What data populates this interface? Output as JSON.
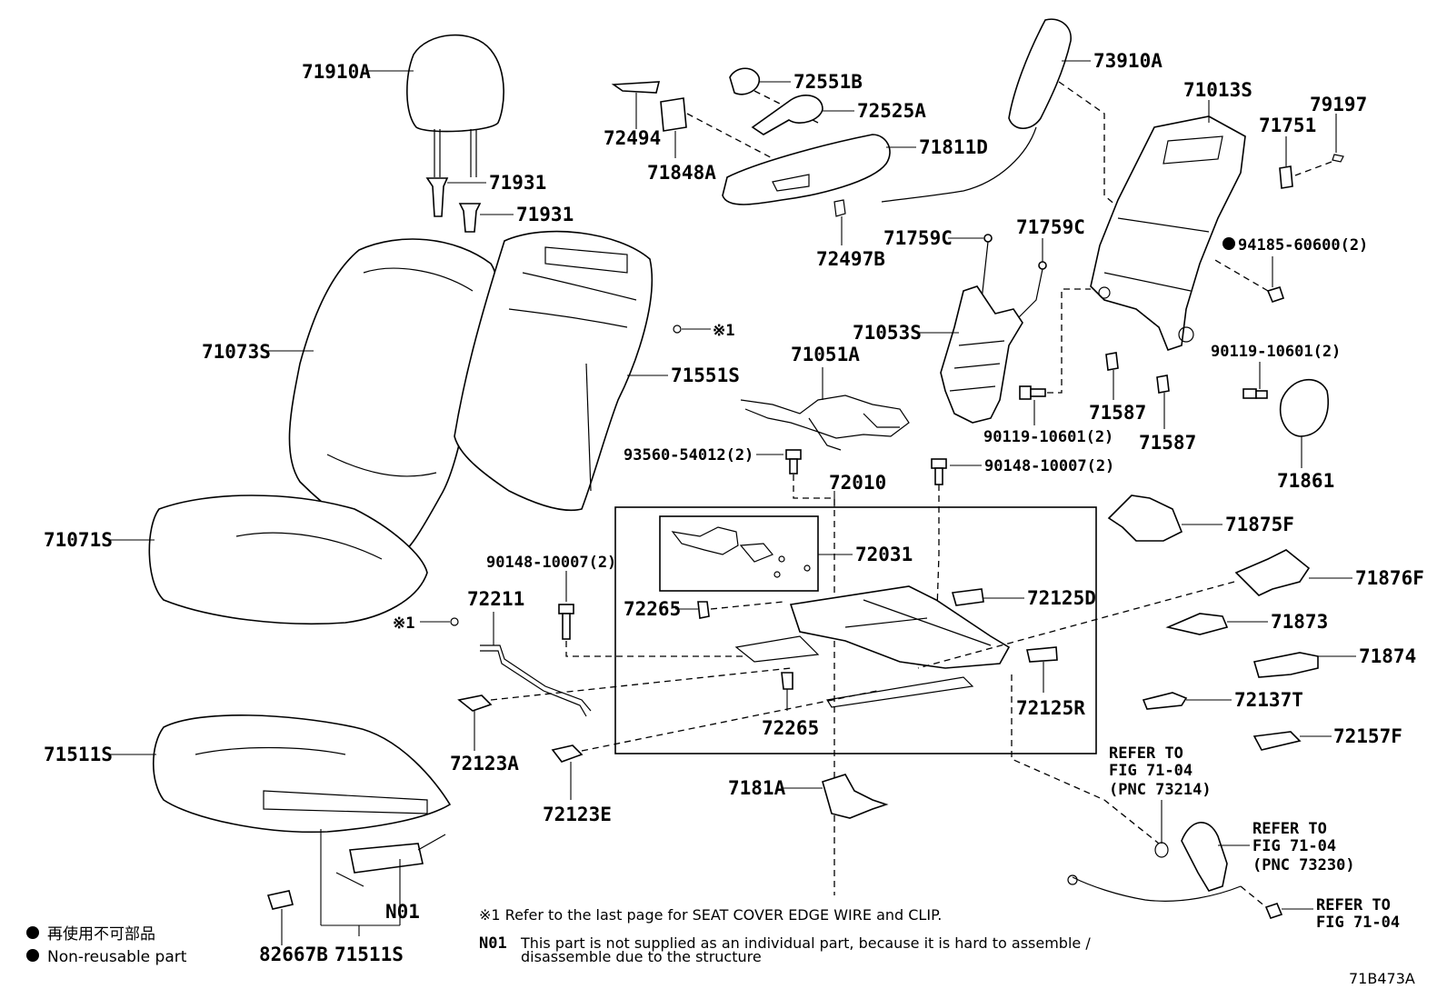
{
  "labels": {
    "p71910A": "71910A",
    "p71931a": "71931",
    "p71931b": "71931",
    "p71073S": "71073S",
    "p71551S": "71551S",
    "p71071S": "71071S",
    "p71511S": "71511S",
    "p71511S_b": "71511S",
    "pN01": "N01",
    "p82667B": "82667B",
    "p72211": "72211",
    "p90148a": "90148-10007(2)",
    "p72123A": "72123A",
    "p72123E": "72123E",
    "p72494": "72494",
    "p71848A": "71848A",
    "p72551B": "72551B",
    "p72525A": "72525A",
    "p71811D": "71811D",
    "p72497B": "72497B",
    "p73910A": "73910A",
    "p71759Ca": "71759C",
    "p71759Cb": "71759C",
    "p71053S": "71053S",
    "p71051A": "71051A",
    "p93560": "93560-54012(2)",
    "p90148b": "90148-10007(2)",
    "p90119a": "90119-10601(2)",
    "p72010": "72010",
    "p72031": "72031",
    "p72265a": "72265",
    "p72265b": "72265",
    "p72125D": "72125D",
    "p72125R": "72125R",
    "p7181A": "7181A",
    "p71013S": "71013S",
    "p71751": "71751",
    "p79197": "79197",
    "p94185": "94185-60600(2)",
    "p90119b": "90119-10601(2)",
    "p71587a": "71587",
    "p71587b": "71587",
    "p71861": "71861",
    "p71875F": "71875F",
    "p71876F": "71876F",
    "p71873": "71873",
    "p71874": "71874",
    "p72137T": "72137T",
    "p72157F": "72157F",
    "clip_left": "※1",
    "clip_right": "※1"
  },
  "refers": {
    "r1": [
      "REFER TO",
      "FIG 71-04",
      "(PNC 73214)"
    ],
    "r2": [
      "REFER TO",
      "FIG 71-04",
      "(PNC 73230)"
    ],
    "r3": [
      "REFER TO",
      "FIG 71-04"
    ]
  },
  "notes": {
    "n1": "※1 Refer to the last page for SEAT COVER EDGE WIRE and CLIP.",
    "n2_code": "N01",
    "n2_line1": "This part is not supplied as an individual part, because it is hard to assemble /",
    "n2_line2": "disassemble due to the structure"
  },
  "legend": {
    "jp": "再使用不可部品",
    "en": "Non-reusable part"
  },
  "diagram_id": "71B473A"
}
